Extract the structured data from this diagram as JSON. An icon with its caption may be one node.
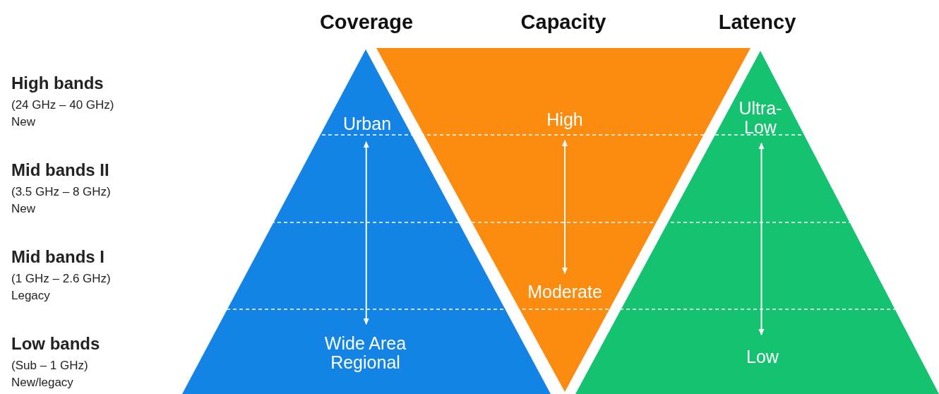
{
  "diagram": {
    "nodes": [
      {
        "text": [
          "Coverage"
        ]
      },
      {
        "text": [
          "Urban"
        ],
        "in": 0
      },
      {
        "text": [
          "Wide Area Regional"
        ],
        "in": 0
      },
      {
        "text": [
          "Capacity"
        ]
      },
      {
        "text": [
          "High"
        ],
        "in": 3
      },
      {
        "text": [
          "Moderate"
        ],
        "in": 3
      },
      {
        "text": [
          "Latency"
        ]
      },
      {
        "text": [
          "Ultra-Low"
        ],
        "in": 6
      },
      {
        "text": [
          "Low"
        ],
        "in": 6
      }
    ],
    "edges": [
      {
        "from": 1,
        "to": 2,
        "arrow": "both"
      },
      {
        "from": 4,
        "to": 5,
        "arrow": "both"
      },
      {
        "from": 7,
        "to": 8,
        "arrow": "both"
      }
    ],
    "labels": [
      "High bands",
      "(24 GHz – 40 GHz)",
      "New",
      "Mid bands II",
      "(3.5 GHz – 8 GHz)",
      "New",
      "Mid bands I",
      "(1 GHz – 2.6 GHz)",
      "Legacy",
      "Low bands",
      "(Sub – 1 GHz)",
      "New/legacy"
    ]
  }
}
